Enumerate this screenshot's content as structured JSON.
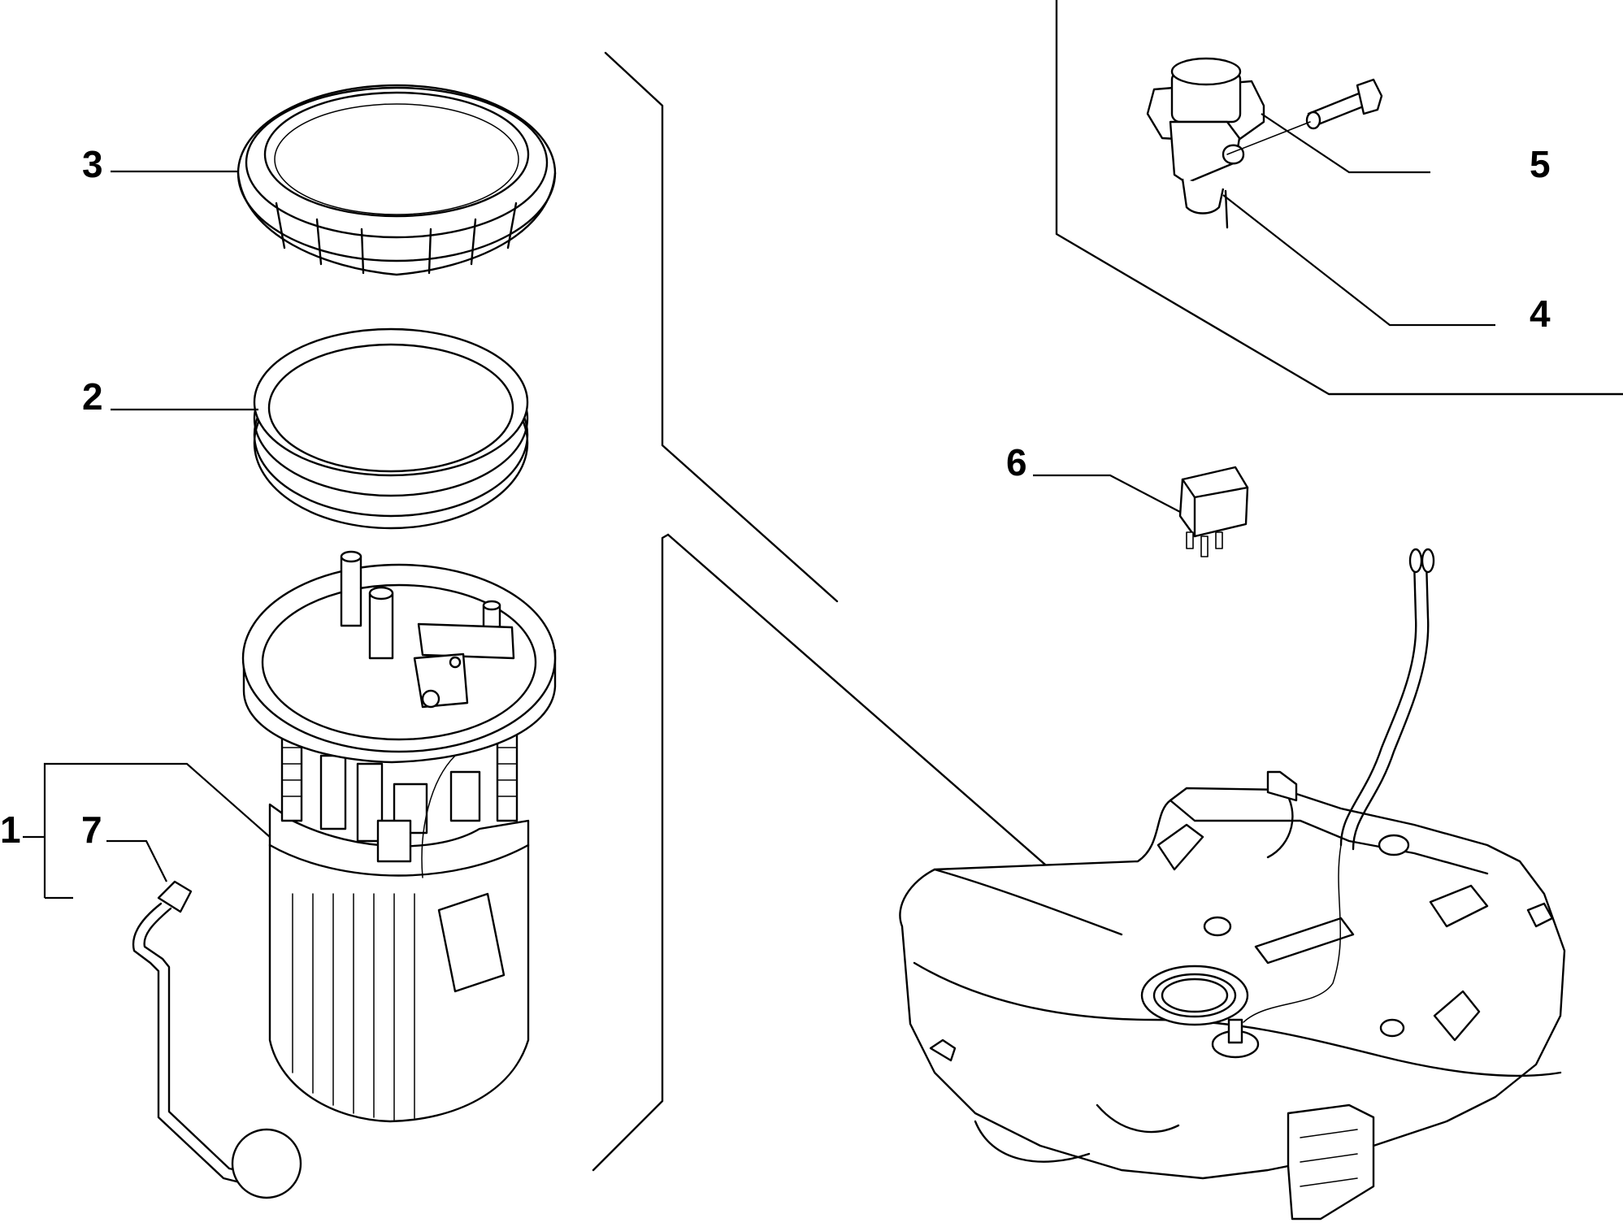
{
  "diagram": {
    "callouts": [
      {
        "id": "1",
        "label": "1"
      },
      {
        "id": "2",
        "label": "2"
      },
      {
        "id": "3",
        "label": "3"
      },
      {
        "id": "4",
        "label": "4"
      },
      {
        "id": "5",
        "label": "5"
      },
      {
        "id": "6",
        "label": "6"
      },
      {
        "id": "7",
        "label": "7"
      }
    ],
    "parts": [
      "retaining-ring",
      "gasket-seal",
      "fuel-pump-module",
      "float-level-sender",
      "inertia-switch",
      "mounting-bolt",
      "relay",
      "fuel-tank"
    ],
    "colors": {
      "line": "#000000",
      "background": "#ffffff"
    }
  }
}
